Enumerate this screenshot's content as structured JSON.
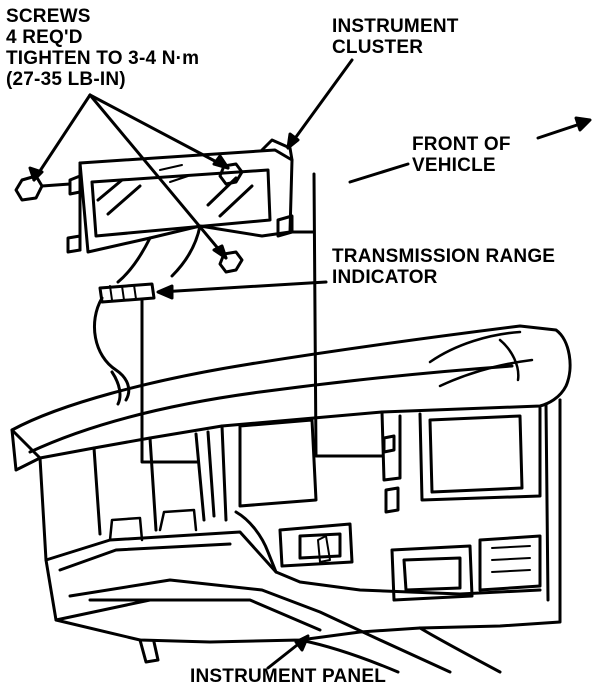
{
  "colors": {
    "ink": "#000000",
    "paper": "#ffffff"
  },
  "labels": {
    "screws": {
      "lines": [
        "SCREWS",
        "4 REQ'D",
        "TIGHTEN TO 3-4 N·m",
        "(27-35 LB-IN)"
      ]
    },
    "instrument_cluster": {
      "lines": [
        "INSTRUMENT",
        "CLUSTER"
      ]
    },
    "front_of_vehicle": {
      "lines": [
        "FRONT OF",
        "VEHICLE"
      ]
    },
    "transmission_range_indicator": {
      "lines": [
        "TRANSMISSION RANGE",
        "INDICATOR"
      ]
    },
    "instrument_panel": {
      "text": "INSTRUMENT PANEL"
    }
  }
}
